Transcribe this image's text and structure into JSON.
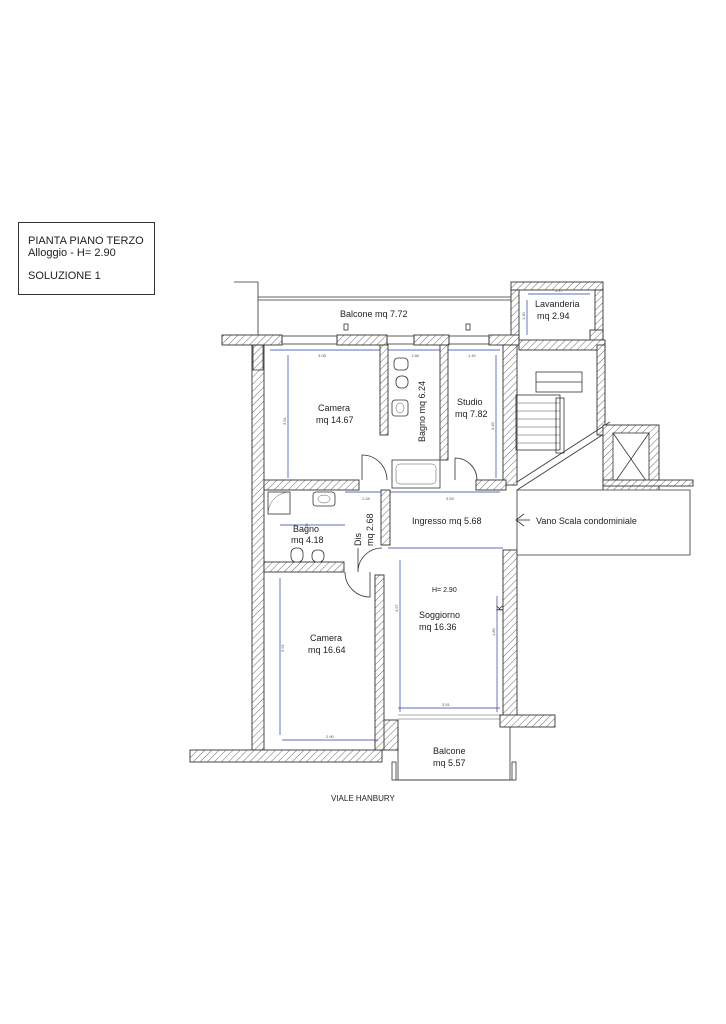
{
  "title_block": {
    "line1": "PIANTA PIANO TERZO",
    "line2": "Alloggio  - H= 2.90",
    "line3": "SOLUZIONE 1"
  },
  "rooms": {
    "balcone_nord": "Balcone mq 7.72",
    "lavanderia_name": "Lavanderia",
    "lavanderia_area": "mq 2.94",
    "camera1_name": "Camera",
    "camera1_area": "mq 14.67",
    "bagno1_label": "Bagno mq 6.24",
    "studio_name": "Studio",
    "studio_area": "mq 7.82",
    "bagno2_name": "Bagno",
    "bagno2_area": "mq 4.18",
    "dis_name": "Dis",
    "dis_area": "mq 2.68",
    "ingresso": "Ingresso mq 5.68",
    "vano_scala": "Vano Scala condominiale",
    "h_note": "H= 2.90",
    "soggiorno_name": "Soggiorno",
    "soggiorno_area": "mq 16.36",
    "k_mark": "K",
    "camera2_name": "Camera",
    "camera2_area": "mq 16.64",
    "balcone_sud_name": "Balcone",
    "balcone_sud_area": "mq 5.57"
  },
  "street": "VIALE HANBURY",
  "dimensions": {
    "d_lav_top": "2.27",
    "d_lav_side": "1.30",
    "d_cam1_w": "3.08",
    "d_bagno_w": "1.58",
    "d_studio_w": "1.40",
    "d_cam1_h": "3.51",
    "d_studio_h": "3.49",
    "d_dis_w": "1.28",
    "d_ingr_w": "3.53",
    "d_bagno2_w": "2.05",
    "d_sogg_h": "4.57",
    "d_kitchen_h": "1.80",
    "d_cam2_h": "3.91",
    "d_sogg_w": "3.51",
    "d_cam2_w": "2.90"
  }
}
